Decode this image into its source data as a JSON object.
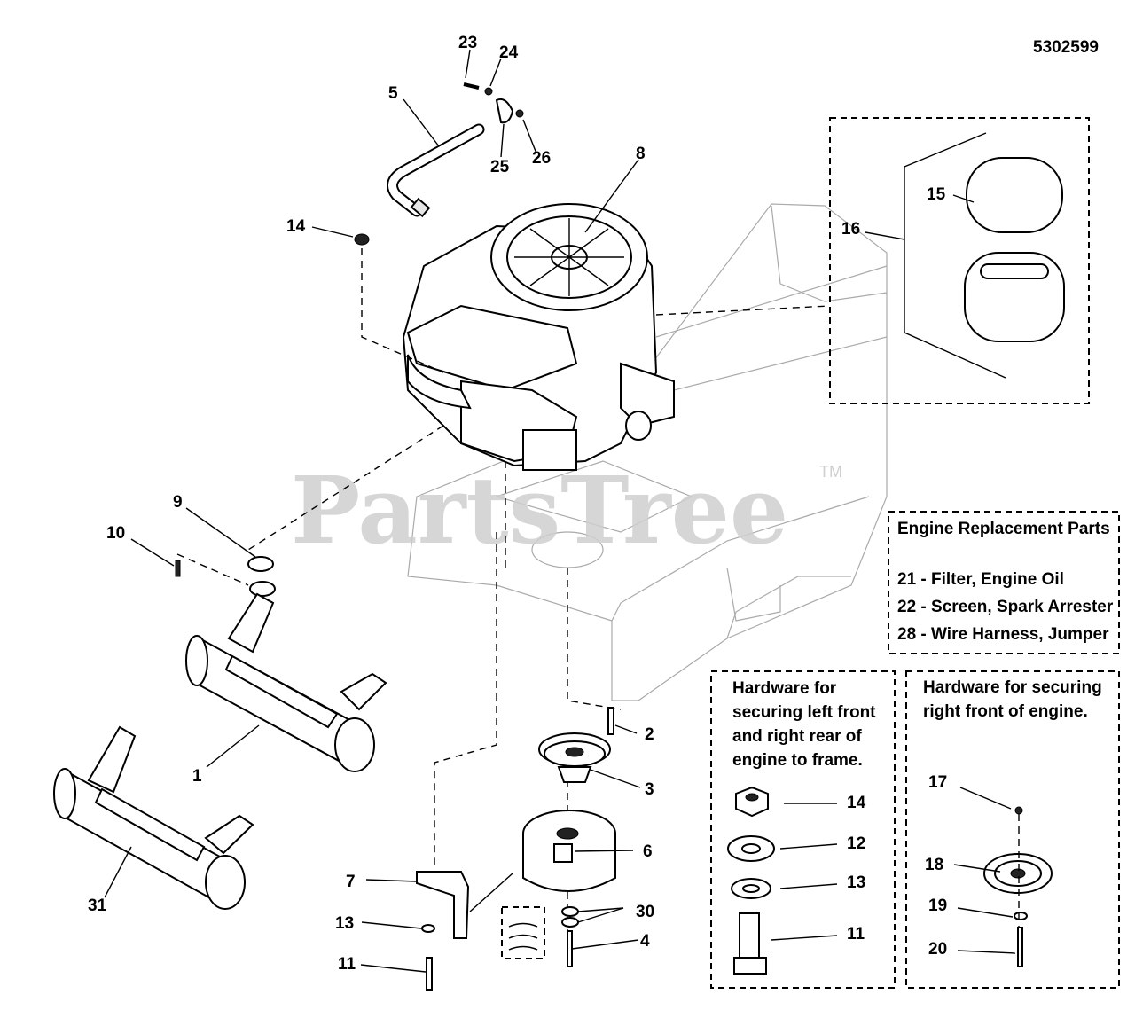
{
  "diagram_id": "5302599",
  "watermark": "PartsTree",
  "watermark_tm": "TM",
  "callouts": [
    {
      "id": "c23",
      "text": "23"
    },
    {
      "id": "c24",
      "text": "24"
    },
    {
      "id": "c5",
      "text": "5"
    },
    {
      "id": "c25",
      "text": "25"
    },
    {
      "id": "c26",
      "text": "26"
    },
    {
      "id": "c8",
      "text": "8"
    },
    {
      "id": "c14a",
      "text": "14"
    },
    {
      "id": "c15",
      "text": "15"
    },
    {
      "id": "c16",
      "text": "16"
    },
    {
      "id": "c9",
      "text": "9"
    },
    {
      "id": "c10",
      "text": "10"
    },
    {
      "id": "c1",
      "text": "1"
    },
    {
      "id": "c31",
      "text": "31"
    },
    {
      "id": "c2",
      "text": "2"
    },
    {
      "id": "c3",
      "text": "3"
    },
    {
      "id": "c6",
      "text": "6"
    },
    {
      "id": "c7",
      "text": "7"
    },
    {
      "id": "c30",
      "text": "30"
    },
    {
      "id": "c4",
      "text": "4"
    },
    {
      "id": "c13a",
      "text": "13"
    },
    {
      "id": "c11a",
      "text": "11"
    },
    {
      "id": "c14b",
      "text": "14"
    },
    {
      "id": "c12",
      "text": "12"
    },
    {
      "id": "c13b",
      "text": "13"
    },
    {
      "id": "c11b",
      "text": "11"
    },
    {
      "id": "c17",
      "text": "17"
    },
    {
      "id": "c18",
      "text": "18"
    },
    {
      "id": "c19",
      "text": "19"
    },
    {
      "id": "c20",
      "text": "20"
    }
  ],
  "engine_replacement": {
    "title": "Engine Replacement Parts",
    "items": [
      "21 - Filter, Engine Oil",
      "22 - Screen, Spark Arrester",
      "28 - Wire Harness, Jumper"
    ]
  },
  "hardware_left": {
    "lines": [
      "Hardware for",
      "securing left front",
      "and right rear of",
      "engine to frame."
    ]
  },
  "hardware_right": {
    "lines": [
      "Hardware for securing",
      "right front of engine."
    ]
  }
}
